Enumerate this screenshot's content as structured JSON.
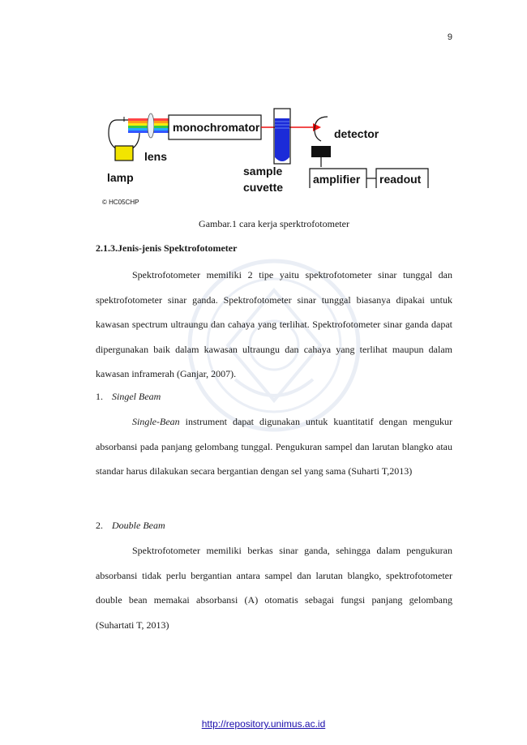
{
  "page_number": "9",
  "figure": {
    "labels": {
      "lamp": "lamp",
      "lens": "lens",
      "monochromator": "monochromator",
      "sample": "sample",
      "cuvette": "cuvette",
      "detector": "detector",
      "amplifier": "amplifier",
      "readout": "readout",
      "credit": "© HC05CHP"
    }
  },
  "caption": "Gambar.1 cara kerja sperktrofotometer",
  "section_heading": "2.1.3.Jenis-jenis Spektrofotometer",
  "intro_paragraph": "Spektrofotometer memiliki 2 tipe yaitu spektrofotometer sinar tunggal dan spektrofotometer sinar ganda. Spektrofotometer sinar tunggal biasanya dipakai untuk kawasan spectrum ultraungu dan cahaya yang terlihat. Spektrofotometer sinar ganda dapat dipergunakan baik dalam kawasan ultraungu dan cahaya yang terlihat maupun dalam kawasan inframerah (Ganjar, 2007).",
  "items": [
    {
      "number": "1.",
      "title": "Singel Beam",
      "lead": "Single-Bean",
      "text": " instrument dapat digunakan untuk kuantitatif dengan mengukur absorbansi pada panjang gelombang tunggal. Pengukuran sampel dan larutan blangko atau standar harus dilakukan secara bergantian dengan sel yang sama (Suharti T,2013)"
    },
    {
      "number": "2.",
      "title": "Double Beam",
      "text": "Spektrofotometer memiliki berkas sinar ganda, sehingga dalam pengukuran absorbansi tidak perlu bergantian antara sampel dan larutan blangko, spektrofotometer double bean memakai absorbansi (A) otomatis sebagai fungsi panjang gelombang (Suhartati T, 2013)"
    }
  ],
  "footer_link": "http://repository.unimus.ac.id",
  "colors": {
    "link": "#1a0dab",
    "beam": "#ee1111",
    "lamp_fill": "#f2e400",
    "cuvette_fill": "#1b2bd8",
    "watermark": "#7f9ac8"
  }
}
